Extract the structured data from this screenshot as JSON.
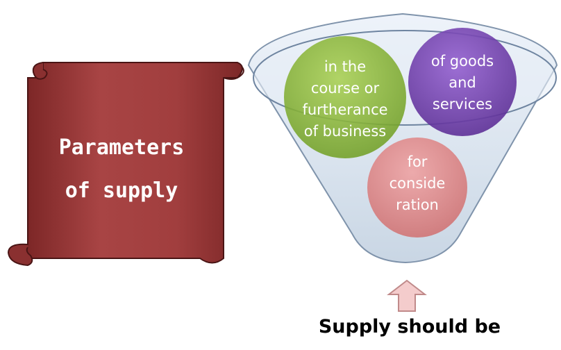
{
  "scroll": {
    "line1": "Parameters",
    "line2": "of supply"
  },
  "funnel": {
    "circle_business": [
      "in the",
      "course or",
      "furtherance",
      "of business"
    ],
    "circle_goods": [
      "of goods",
      "and",
      "services"
    ],
    "circle_consideration": [
      "for",
      "conside",
      "ration"
    ]
  },
  "caption": "Supply should be",
  "colors": {
    "scroll": "#9e3a3a",
    "green": "#7fae2e",
    "purple": "#6b3aa8",
    "pink": "#d97a7a",
    "arrow": "#f2c8c8"
  }
}
